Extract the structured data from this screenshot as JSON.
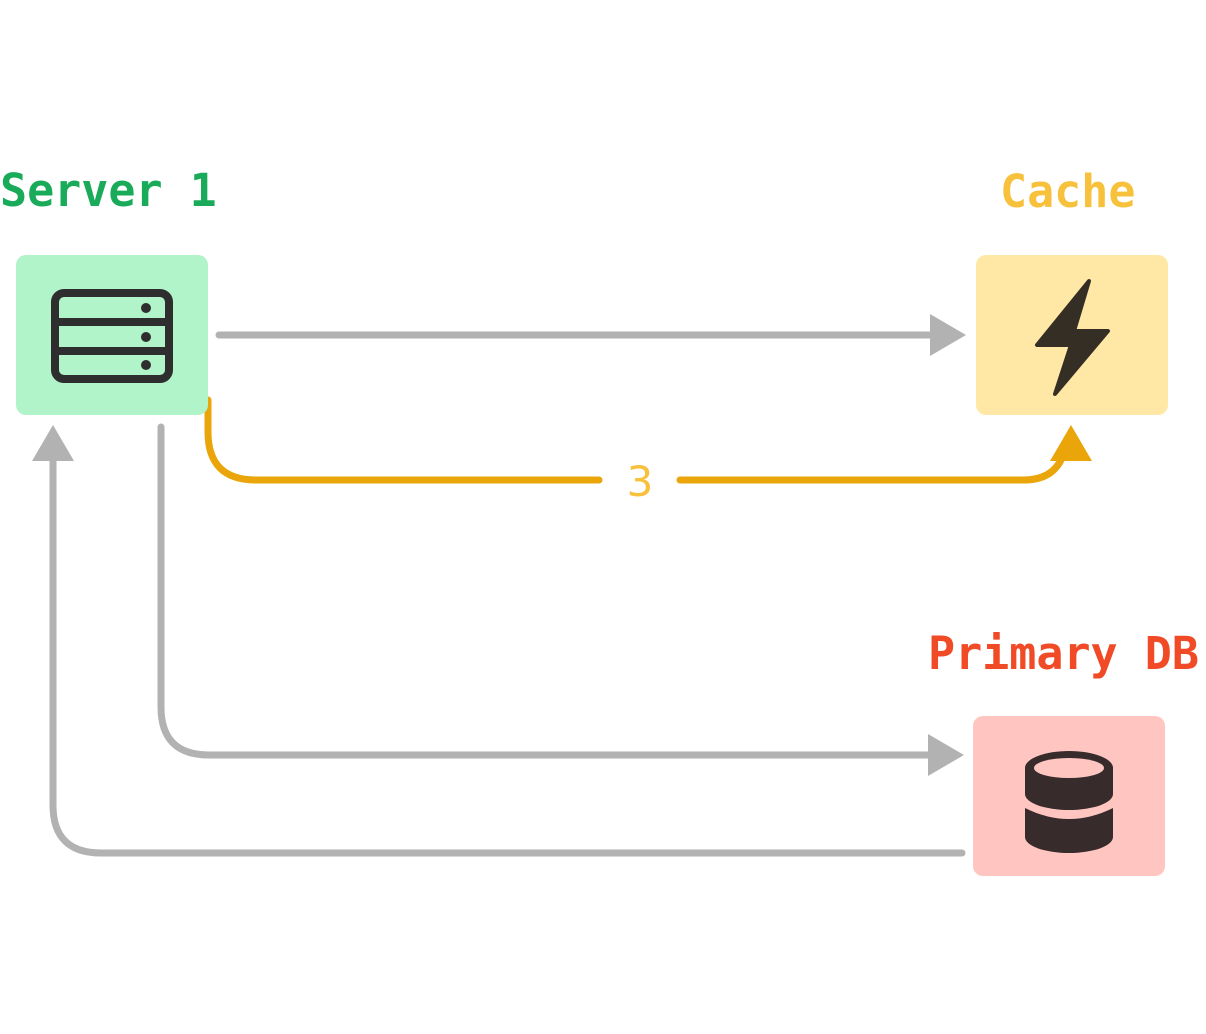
{
  "nodes": {
    "server": {
      "title": "Server 1",
      "title_color": "#1aab5a",
      "box_color": "#b1f4c9",
      "icon": "server-rack-icon",
      "icon_color": "#2e2e2e"
    },
    "cache": {
      "title": "Cache",
      "title_color": "#f8c13c",
      "box_color": "#ffe7a6",
      "icon": "lightning-bolt-icon",
      "icon_color": "#352e24"
    },
    "primary_db": {
      "title": "Primary DB",
      "title_color": "#f04a26",
      "box_color": "#ffc6c1",
      "icon": "database-icon",
      "icon_color": "#372b2c"
    }
  },
  "edges": [
    {
      "from": "Server 1",
      "to": "Cache",
      "color": "#b2b2b2",
      "label": ""
    },
    {
      "from": "Server 1",
      "to": "Cache",
      "color": "#eaa50a",
      "label": "3",
      "label_color": "#f8c13c",
      "highlighted": true
    },
    {
      "from": "Server 1",
      "to": "Primary DB",
      "color": "#b2b2b2",
      "label": ""
    },
    {
      "from": "Primary DB",
      "to": "Server 1",
      "color": "#b2b2b2",
      "label": ""
    }
  ]
}
